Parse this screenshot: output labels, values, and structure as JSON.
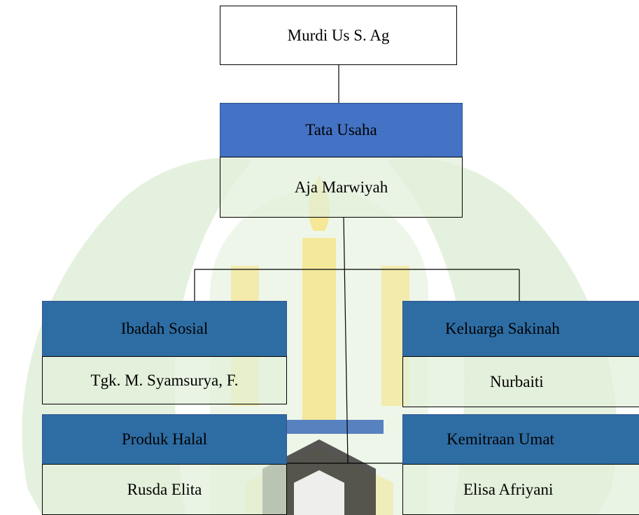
{
  "colors": {
    "role_fill": "#4472c4",
    "name_fill": "#e2f0d9",
    "watermark_green": "#c9e3bf",
    "watermark_yellow": "#f7e27a",
    "watermark_blue": "#3d6cb8"
  },
  "org": {
    "head": {
      "name": "Murdi Us S. Ag"
    },
    "tata_usaha": {
      "role": "Tata Usaha",
      "name": "Aja Marwiyah"
    },
    "ibadah_sosial": {
      "role": "Ibadah Sosial",
      "name": "Tgk. M. Syamsurya, F."
    },
    "keluarga_sakinah": {
      "role": "Keluarga Sakinah",
      "name": "Nurbaiti"
    },
    "produk_halal": {
      "role": "Produk Halal",
      "name": "Rusda Elita"
    },
    "kemitraan_umat": {
      "role": "Kemitraan Umat",
      "name": "Elisa Afriyani"
    }
  }
}
